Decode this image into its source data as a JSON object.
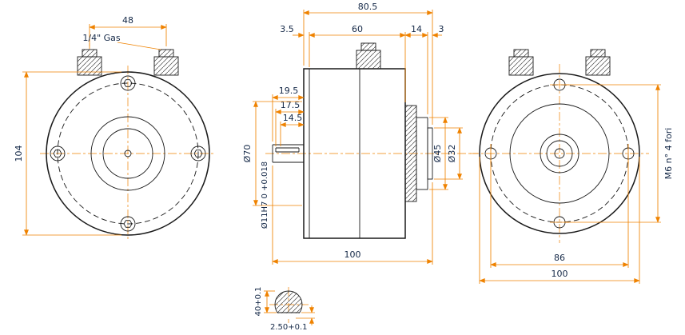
{
  "colors": {
    "line": "#1a1a1a",
    "dimension": "#ef8200",
    "text": "#142847"
  },
  "front_view": {
    "dim_port_spacing": "48",
    "port_thread_label": "1/4\" Gas",
    "dim_flange_height": "104"
  },
  "section_view": {
    "dim_overall_length": "80.5",
    "dim_rear_cap": "3.5",
    "dim_body_length": "60",
    "dim_step_length": "14",
    "dim_tip_length": "3",
    "dim_shaft_protrusion": "19.5",
    "dim_key_to_face": "17.5",
    "dim_key_length": "14.5",
    "dia_pilot": "Ø70",
    "dia_shaft": "Ø11H7 0 +0.018",
    "dia_step": "Ø45",
    "dia_tip": "Ø32",
    "dim_total_length": "100"
  },
  "rear_view": {
    "dim_bolt_circle": "86",
    "dim_outer_diameter": "100",
    "holes_note": "M6 n° 4 fori"
  },
  "shaft_section_detail": {
    "dim_keyway_width": "40+0.1",
    "dim_keyway_depth": "2.50+0.1"
  }
}
